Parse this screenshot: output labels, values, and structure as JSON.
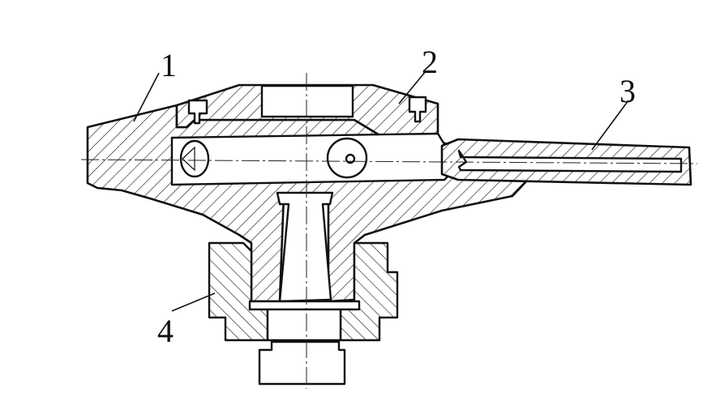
{
  "drawing": {
    "callouts": [
      {
        "id": "1",
        "label": "1"
      },
      {
        "id": "2",
        "label": "2"
      },
      {
        "id": "3",
        "label": "3"
      },
      {
        "id": "4",
        "label": "4"
      }
    ],
    "colors": {
      "ink": "#111111",
      "background": "#ffffff"
    }
  }
}
